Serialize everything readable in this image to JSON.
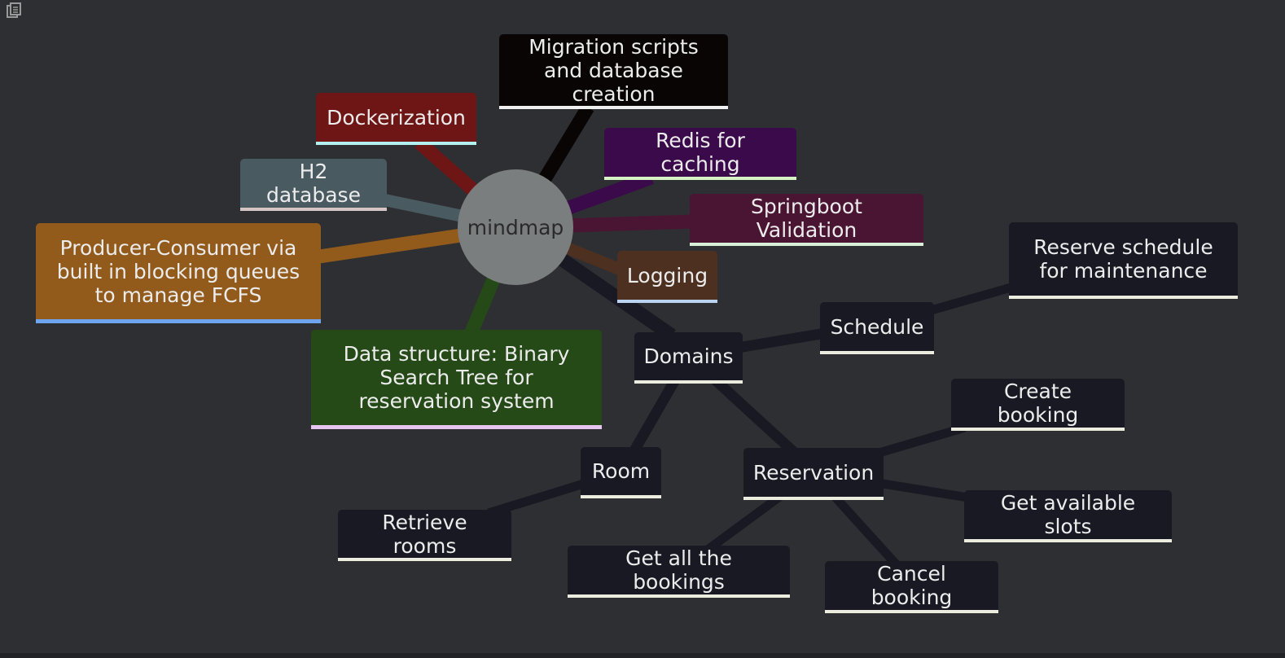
{
  "toolbar": {
    "icon": "copy-icon"
  },
  "mindmap": {
    "root": {
      "label": "mindmap",
      "color": "#7a7e7e"
    },
    "branches": [
      {
        "id": "migration",
        "label": "Migration scripts and database creation",
        "color": "#090505",
        "accent": "#f0f0f0"
      },
      {
        "id": "dockerization",
        "label": "Dockerization",
        "color": "#6e1515",
        "accent": "#b3f1f1"
      },
      {
        "id": "redis",
        "label": "Redis for caching",
        "color": "#3a0a4a",
        "accent": "#d6f3c4"
      },
      {
        "id": "h2",
        "label": "H2 database",
        "color": "#495a60",
        "accent": "#d6c5c5"
      },
      {
        "id": "springboot",
        "label": "Springboot Validation",
        "color": "#4a1532",
        "accent": "#d8f0d8"
      },
      {
        "id": "producer",
        "label": "Producer-Consumer via built in blocking queues to manage FCFS",
        "color": "#925b1c",
        "accent": "#6fa4f0"
      },
      {
        "id": "logging",
        "label": "Logging",
        "color": "#4d3020",
        "accent": "#b9d3f0"
      },
      {
        "id": "bst",
        "label": "Data structure: Binary Search Tree for reservation system",
        "color": "#264a17",
        "accent": "#e6c6f0"
      },
      {
        "id": "domains",
        "label": "Domains",
        "color": "#181922",
        "accent": "#ececdf"
      }
    ],
    "domains": {
      "schedule": {
        "label": "Schedule",
        "children": [
          "Reserve schedule for maintenance"
        ]
      },
      "room": {
        "label": "Room",
        "children": [
          "Retrieve rooms"
        ]
      },
      "reservation": {
        "label": "Reservation",
        "children": [
          "Create booking",
          "Get available slots",
          "Cancel booking",
          "Get all the bookings"
        ]
      }
    },
    "leaf_color": "#181922",
    "leaf_accent": "#ececdf"
  }
}
